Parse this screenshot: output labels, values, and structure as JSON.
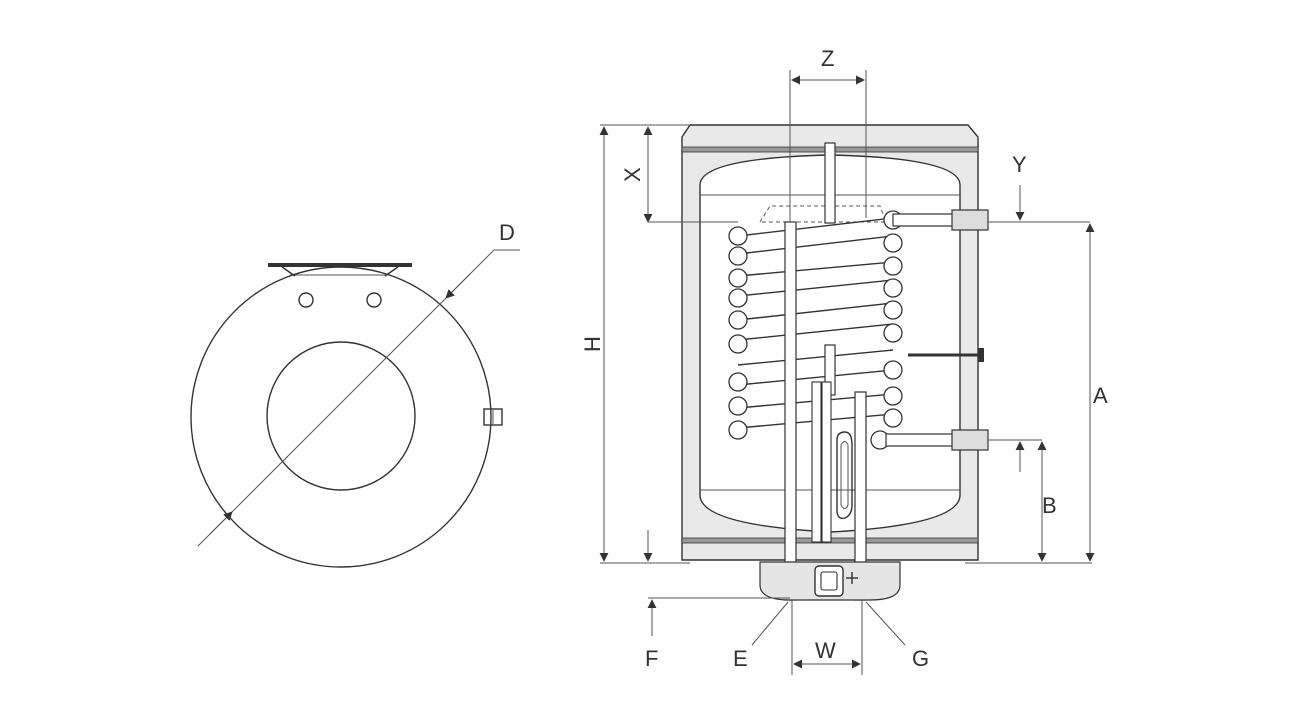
{
  "labels": {
    "d": "D",
    "z": "Z",
    "x": "X",
    "y": "Y",
    "h": "H",
    "a": "A",
    "b": "B",
    "e": "E",
    "f": "F",
    "g": "G",
    "w": "W"
  },
  "colors": {
    "line": "#333333",
    "insulation": "#e6e6e6",
    "tank_fill": "#ffffff",
    "cap": "#c8c8c8"
  }
}
